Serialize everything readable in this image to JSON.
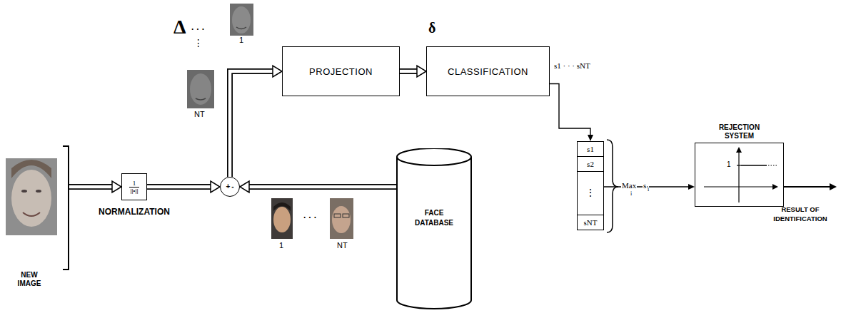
{
  "diagram": {
    "nodes": [
      {
        "text": [
          "NEW IMAGE"
        ]
      },
      {
        "text": [
          "1",
          "||•||",
          "NORMALIZATION"
        ]
      },
      {
        "text": [
          "+",
          "-"
        ]
      },
      {
        "text": [
          "FACE DATABASE"
        ]
      },
      {
        "text": [
          "PROJECTION"
        ]
      },
      {
        "text": [
          "CLASSIFICATION"
        ]
      },
      {
        "text": [
          "s1",
          "s2",
          "⋮",
          "sNT"
        ]
      },
      {
        "text": [
          "REJECTION SYSTEM",
          "1"
        ]
      }
    ],
    "edges": [
      {
        "from": 0,
        "to": 1,
        "arrow": "to"
      },
      {
        "from": 1,
        "to": 2,
        "arrow": "to"
      },
      {
        "from": 3,
        "to": 2,
        "arrow": "to"
      },
      {
        "from": 2,
        "to": 4,
        "arrow": "to"
      },
      {
        "from": 4,
        "to": 5,
        "arrow": "to"
      },
      {
        "from": 5,
        "to": 6,
        "arrow": "to"
      },
      {
        "from": 6,
        "to": 7,
        "arrow": "to"
      }
    ],
    "labels": [
      "Δ",
      "· · ·",
      "⋮",
      "1",
      "NT",
      "δ",
      "s1 · · · sNT",
      "1",
      "· · ·",
      "NT",
      "Max",
      "i",
      "s",
      "i",
      "RESULT OF IDENTIFICATION"
    ]
  }
}
